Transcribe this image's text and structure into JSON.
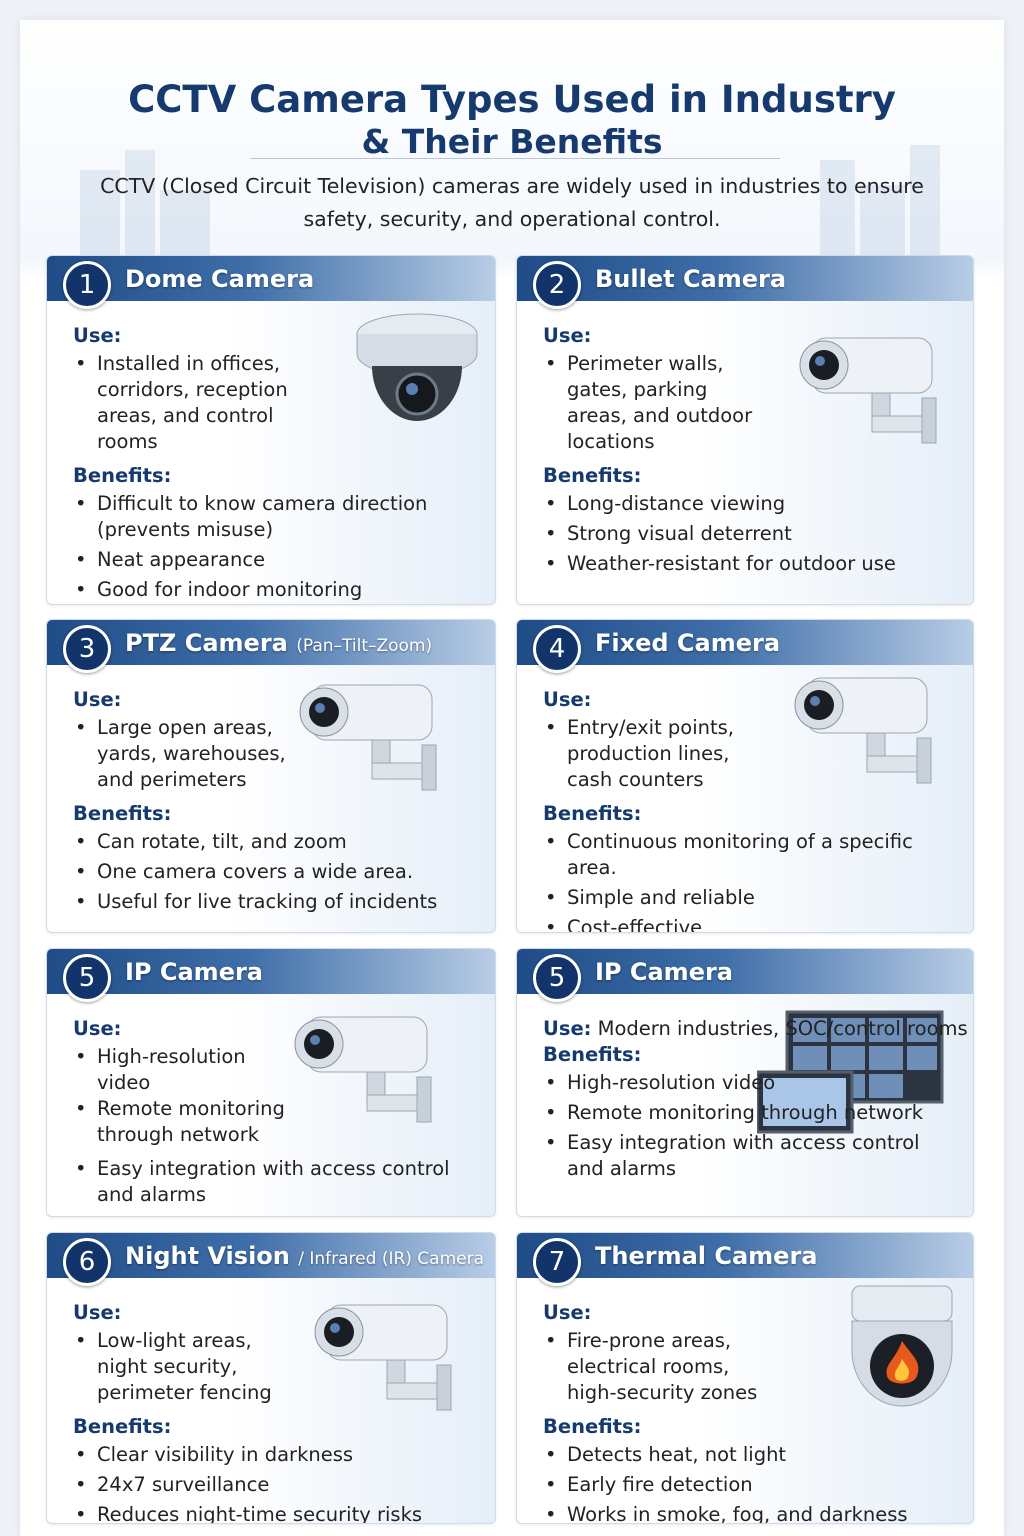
{
  "title_line1": "CCTV Camera Types Used in Industry",
  "title_line2": "& Their Benefits",
  "intro": "CCTV (Closed Circuit Television) cameras are widely used in industries to ensure safety, security, and operational control.",
  "colors": {
    "title": "#163a6e",
    "header_dark": "#1f4c86",
    "badge": "#12346a"
  },
  "cards": [
    {
      "number": "1",
      "title": "Dome Camera",
      "subtitle": "",
      "icon": "dome-camera-icon",
      "use_label": "Use:",
      "use": [
        "Installed in offices, corridors, reception areas, and control rooms"
      ],
      "benefits_label": "Benefits:",
      "benefits": [
        "Difficult to know camera direction (prevents misuse)",
        "Neat appearance",
        "Good for indoor monitoring"
      ]
    },
    {
      "number": "2",
      "title": "Bullet Camera",
      "subtitle": "",
      "icon": "bullet-camera-icon",
      "use_label": "Use:",
      "use": [
        "Perimeter walls, gates, parking areas, and outdoor locations"
      ],
      "benefits_label": "Benefits:",
      "benefits": [
        "Long-distance viewing",
        "Strong visual deterrent",
        "Weather-resistant for outdoor use"
      ]
    },
    {
      "number": "3",
      "title": "PTZ Camera",
      "subtitle": "(Pan–Tilt–Zoom)",
      "icon": "ptz-camera-icon",
      "use_label": "Use:",
      "use": [
        "Large open areas, yards, warehouses, and perimeters"
      ],
      "benefits_label": "Benefits:",
      "benefits": [
        "Can rotate, tilt, and zoom",
        "One camera covers a wide area.",
        "Useful for live tracking of incidents"
      ]
    },
    {
      "number": "4",
      "title": "Fixed Camera",
      "subtitle": "",
      "icon": "fixed-camera-icon",
      "use_label": "Use:",
      "use": [
        "Entry/exit points, production lines, cash counters"
      ],
      "benefits_label": "Benefits:",
      "benefits": [
        "Continuous monitoring of a specific area.",
        "Simple and reliable",
        "Cost-effective"
      ]
    },
    {
      "number": "5",
      "title": "IP Camera",
      "subtitle": "",
      "icon": "ip-camera-icon",
      "use_label": "Use:",
      "use": [
        "High-resolution video",
        "Remote monitoring through network"
      ],
      "benefits_label": "",
      "benefits": [
        "Easy integration with access control and alarms"
      ]
    },
    {
      "number": "5",
      "title": "IP Camera",
      "subtitle": "",
      "icon": "monitor-wall-icon",
      "use_label": "Use:",
      "use_inline": "Modern industries, SOC/control rooms",
      "benefits_label": "Benefits:",
      "benefits": [
        "High-resolution video",
        "Remote monitoring through network",
        "Easy integration with access control and alarms"
      ]
    },
    {
      "number": "6",
      "title": "Night Vision",
      "subtitle": "/ Infrared (IR) Camera",
      "icon": "night-vision-camera-icon",
      "use_label": "Use:",
      "use": [
        "Low-light areas, night security, perimeter fencing"
      ],
      "benefits_label": "Benefits:",
      "benefits": [
        "Clear visibility in darkness",
        "24x7 surveillance",
        "Reduces night-time security risks"
      ]
    },
    {
      "number": "7",
      "title": "Thermal Camera",
      "subtitle": "",
      "icon": "thermal-camera-icon",
      "use_label": "Use:",
      "use": [
        "Fire-prone areas, electrical rooms, high-security zones"
      ],
      "benefits_label": "Benefits:",
      "benefits": [
        "Detects heat, not light",
        "Early fire detection",
        "Works in smoke, fog, and darkness"
      ]
    }
  ]
}
